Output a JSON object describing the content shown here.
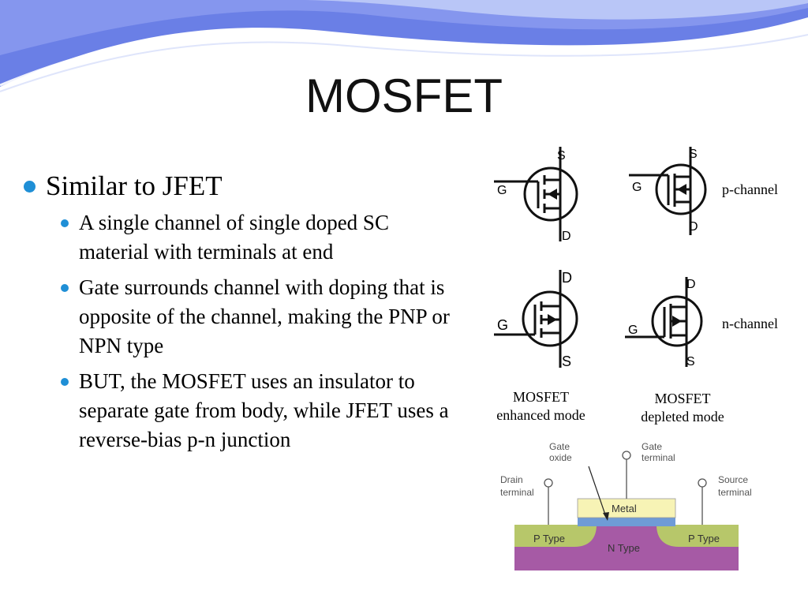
{
  "slide": {
    "title": "MOSFET",
    "bullets": [
      {
        "text": "Similar to JFET",
        "level": 1
      },
      {
        "text": "A single channel of single doped SC material with terminals at end",
        "level": 2
      },
      {
        "text": "Gate surrounds channel with doping that is opposite of the channel, making the PNP or NPN type",
        "level": 2
      },
      {
        "text": "BUT, the MOSFET uses an insulator to separate gate from body, while JFET uses a reverse-bias p-n junction",
        "level": 2
      }
    ]
  },
  "symbols": {
    "terminal_gate": "G",
    "terminal_source": "S",
    "terminal_drain": "D",
    "label_p_channel": "p-channel",
    "label_n_channel": "n-channel",
    "caption_enhanced_line1": "MOSFET",
    "caption_enhanced_line2": "enhanced mode",
    "caption_depleted_line1": "MOSFET",
    "caption_depleted_line2": "depleted mode"
  },
  "cross_section": {
    "gate_oxide_line1": "Gate",
    "gate_oxide_line2": "oxide",
    "gate_terminal_line1": "Gate",
    "gate_terminal_line2": "terminal",
    "drain_terminal_line1": "Drain",
    "drain_terminal_line2": "terminal",
    "source_terminal_line1": "Source",
    "source_terminal_line2": "terminal",
    "metal": "Metal",
    "p_type_left": "P Type",
    "p_type_right": "P Type",
    "n_type": "N Type"
  },
  "colors": {
    "bullet": "#1f8fd6",
    "wave_dark": "#6a7fe6",
    "wave_light": "#b9c6f7",
    "metal": "#f7f3b5",
    "oxide": "#6f9bd6",
    "p_type": "#b7c76a",
    "n_type": "#a65aa5"
  }
}
